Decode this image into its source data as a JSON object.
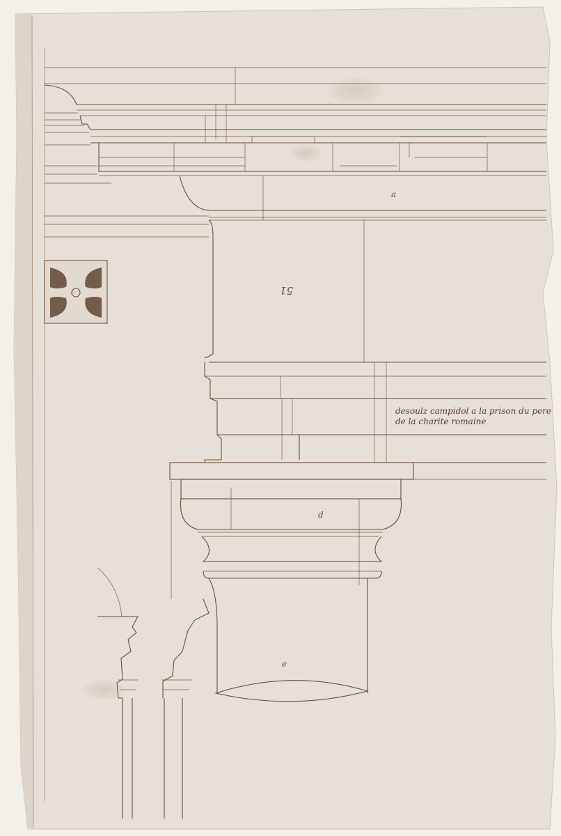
{
  "inscription": {
    "line1": "desoulz campidol a la prison du pere",
    "line2": "de la charite romaine"
  },
  "labels": {
    "sheet_number": "51",
    "entablature_letter": "a",
    "capital_letter": "d",
    "shaft_letter": "e"
  },
  "colors": {
    "paper": "#e7e0d8",
    "ink": "#6a4b36"
  }
}
